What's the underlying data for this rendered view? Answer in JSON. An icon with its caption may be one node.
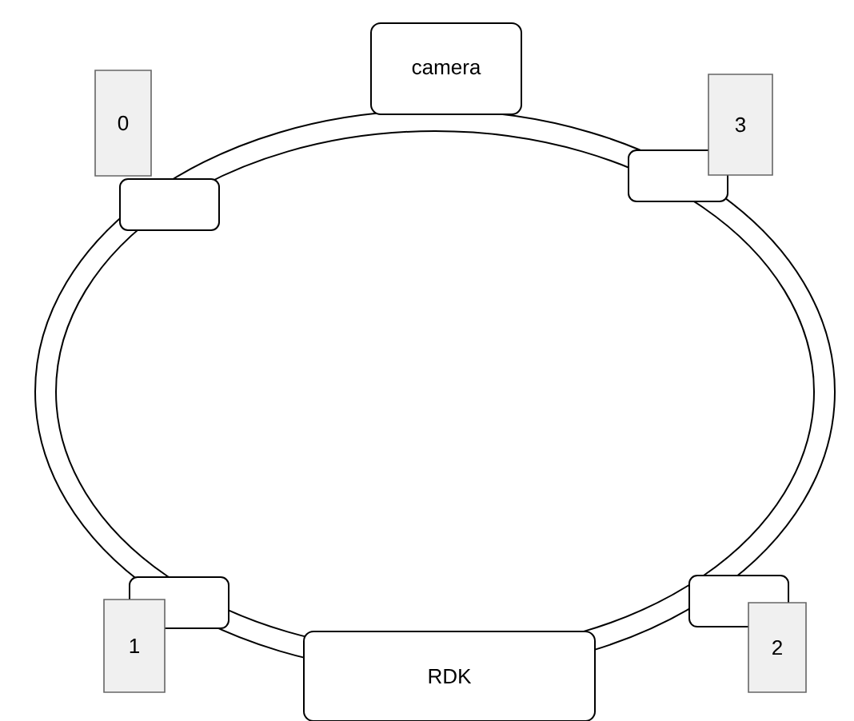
{
  "diagram": {
    "nodes": [
      {
        "text": [
          "camera"
        ]
      },
      {
        "text": [
          "0"
        ]
      },
      {
        "text": [],
        "shape": "box"
      },
      {
        "text": [
          "3"
        ]
      },
      {
        "text": [],
        "shape": "box"
      },
      {
        "text": [],
        "shape": "box"
      },
      {
        "text": [
          "1"
        ]
      },
      {
        "text": [
          "RDK"
        ]
      },
      {
        "text": [],
        "shape": "box"
      },
      {
        "text": [
          "2"
        ]
      }
    ]
  }
}
